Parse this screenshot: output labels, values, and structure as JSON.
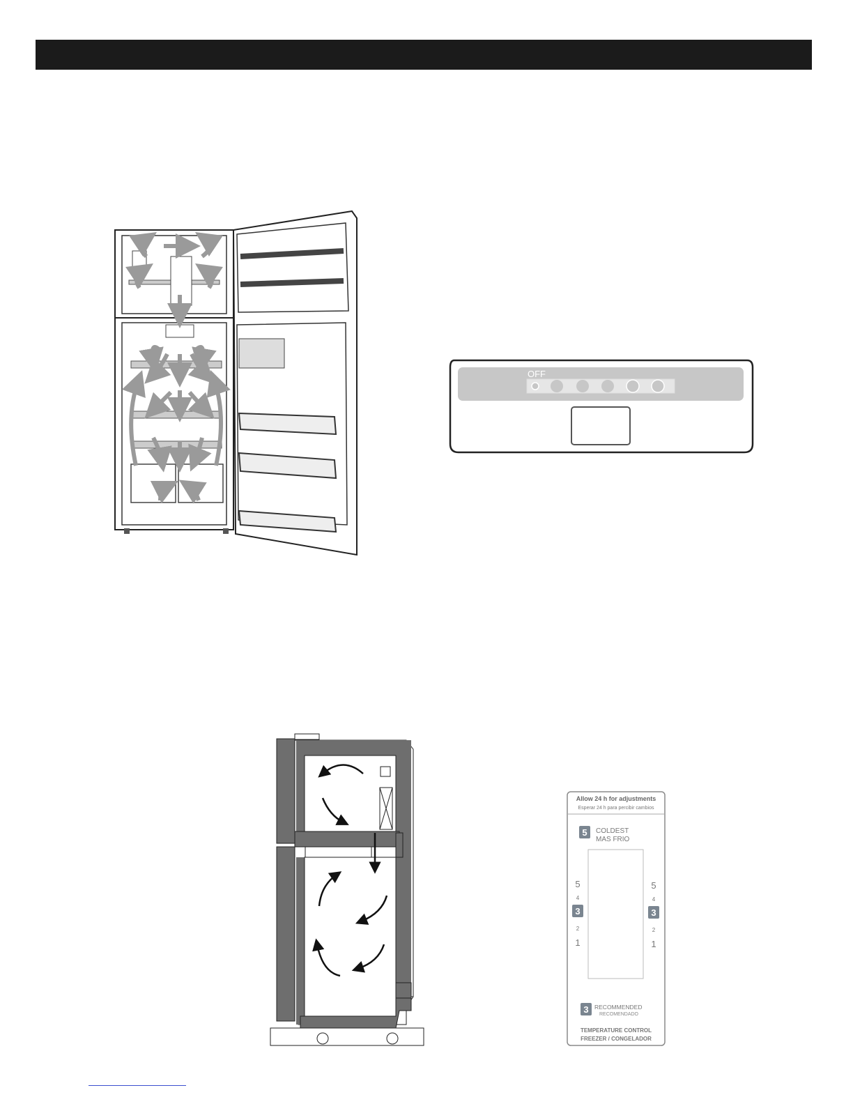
{
  "header": {
    "title": ""
  },
  "control_panel": {
    "off_label": "OFF",
    "setting_count": 6
  },
  "temperature_card": {
    "header_line1": "Allow 24 h for adjustments",
    "header_line2": "Esperar 24 h para percibir cambios",
    "coldest_number": "5",
    "coldest_label": "COLDEST",
    "coldest_label_es": "MAS FRIO",
    "left_scale": [
      "5",
      "4",
      "3",
      "2",
      "1"
    ],
    "right_scale": [
      "5",
      "4",
      "3",
      "2",
      "1"
    ],
    "recommended_number": "3",
    "recommended_label": "RECOMMENDED",
    "recommended_label_es": "RECOMENDADO",
    "footer_line1": "TEMPERATURE CONTROL",
    "footer_line2": "FREEZER / CONGELADOR",
    "badge_color": "#7a8590"
  }
}
